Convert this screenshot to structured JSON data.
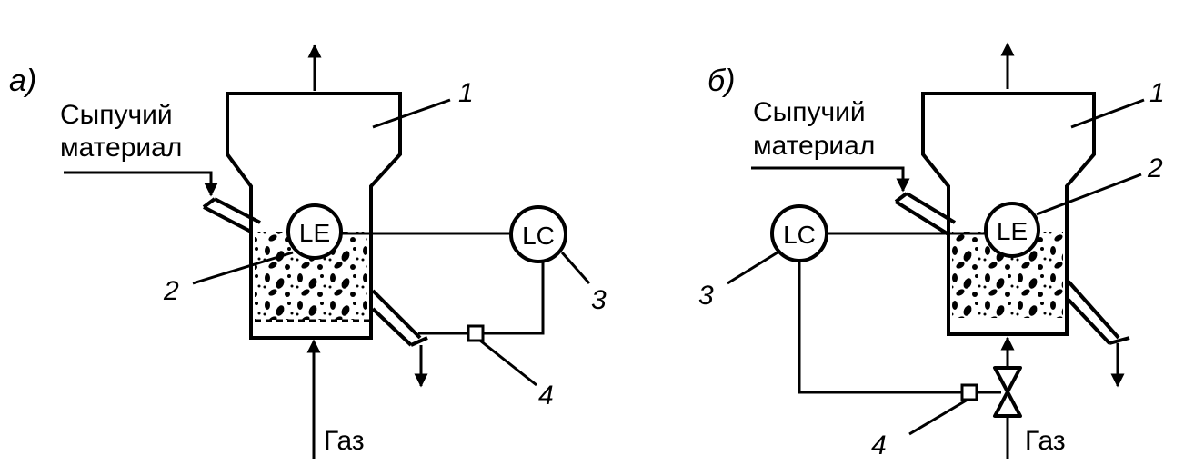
{
  "panel_a": {
    "letter": "а)",
    "material_line1": "Сыпучий",
    "material_line2": "материал",
    "le": "LE",
    "lc": "LC",
    "gas": "Газ",
    "n1": "1",
    "n2": "2",
    "n3": "3",
    "n4": "4"
  },
  "panel_b": {
    "letter": "б)",
    "material_line1": "Сыпучий",
    "material_line2": "материал",
    "le": "LE",
    "lc": "LC",
    "gas": "Газ",
    "n1": "1",
    "n2": "2",
    "n3": "3",
    "n4": "4"
  }
}
